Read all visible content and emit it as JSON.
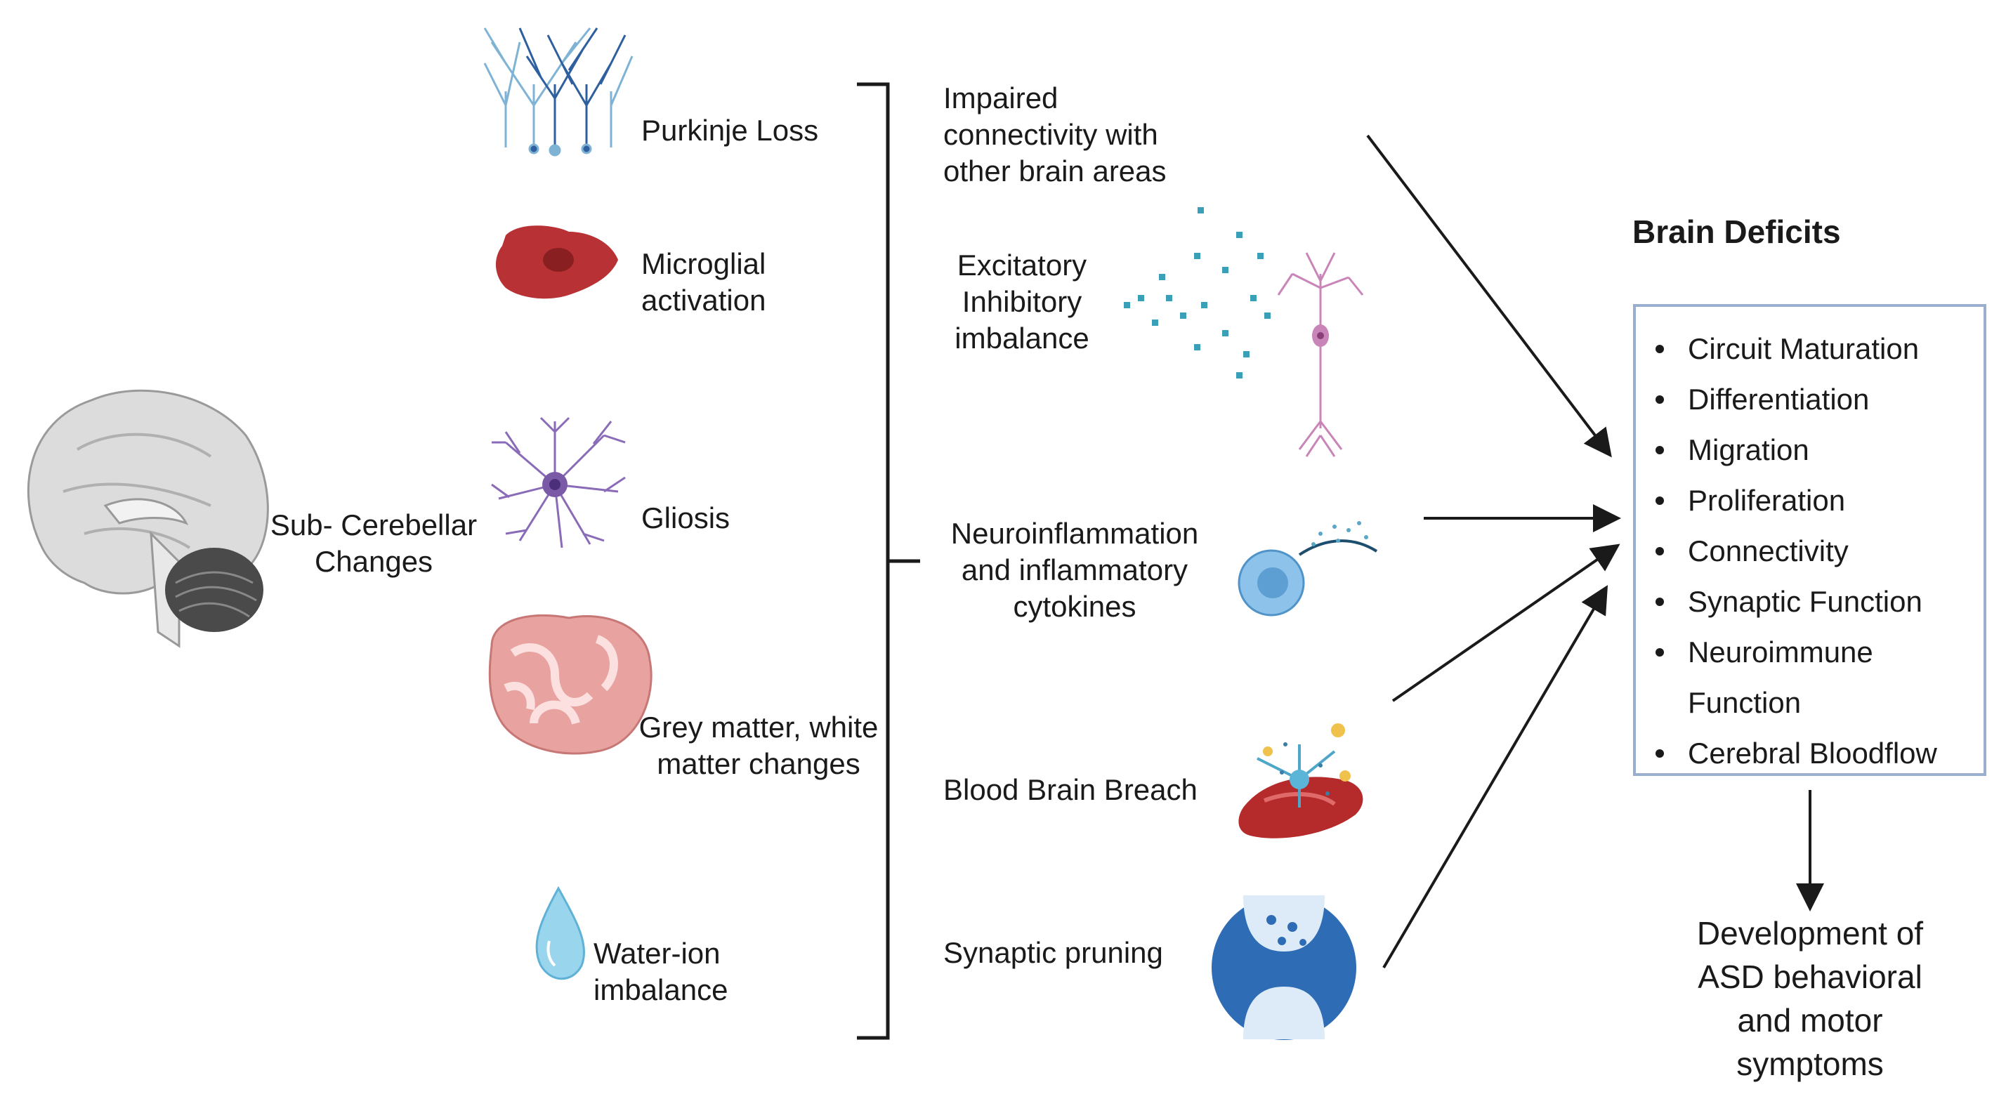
{
  "left_label": "Sub- Cerebellar\nChanges",
  "changes": [
    {
      "icon": "purkinje-neuron-icon",
      "label": "Purkinje Loss"
    },
    {
      "icon": "microglia-cell-icon",
      "label": "Microglial\nactivation"
    },
    {
      "icon": "astrocyte-icon",
      "label": "Gliosis"
    },
    {
      "icon": "cerebellum-tissue-icon",
      "label": "Grey matter, white\nmatter changes"
    },
    {
      "icon": "water-drop-icon",
      "label": "Water-ion\nimbalance"
    }
  ],
  "effects": [
    {
      "label": "Impaired\nconnectivity with\nother brain areas"
    },
    {
      "icon": "neurotransmitter-neuron-icon",
      "label": "Excitatory\nInhibitory\nimbalance"
    },
    {
      "icon": "immune-cell-cytokines-icon",
      "label": "Neuroinflammation\nand inflammatory\ncytokines"
    },
    {
      "icon": "blood-vessel-breach-icon",
      "label": "Blood Brain Breach"
    },
    {
      "icon": "synapse-icon",
      "label": "Synaptic pruning"
    }
  ],
  "deficits": {
    "title": "Brain Deficits",
    "items": [
      "Circuit Maturation",
      "Differentiation",
      "Migration",
      "Proliferation",
      "Connectivity",
      "Synaptic Function",
      "Neuroimmune",
      "Function",
      "Cerebral Bloodflow"
    ]
  },
  "outcome": "Development of\nASD behavioral\nand motor\nsymptoms",
  "colors": {
    "arrow": "#1a1a1a",
    "box_border": "#9aaecf",
    "brain": "#d9d9d9",
    "cerebellum": "#4a4a4a",
    "microglia": "#b83235",
    "astrocyte": "#7a5aa6",
    "tissue": "#e8a3a1",
    "water": "#8fd0ec",
    "neurotransmitter": "#3aa0b8",
    "pyramidal": "#c985b8",
    "immune_cell": "#7ab8e4",
    "synapse": "#2f6cb6"
  }
}
